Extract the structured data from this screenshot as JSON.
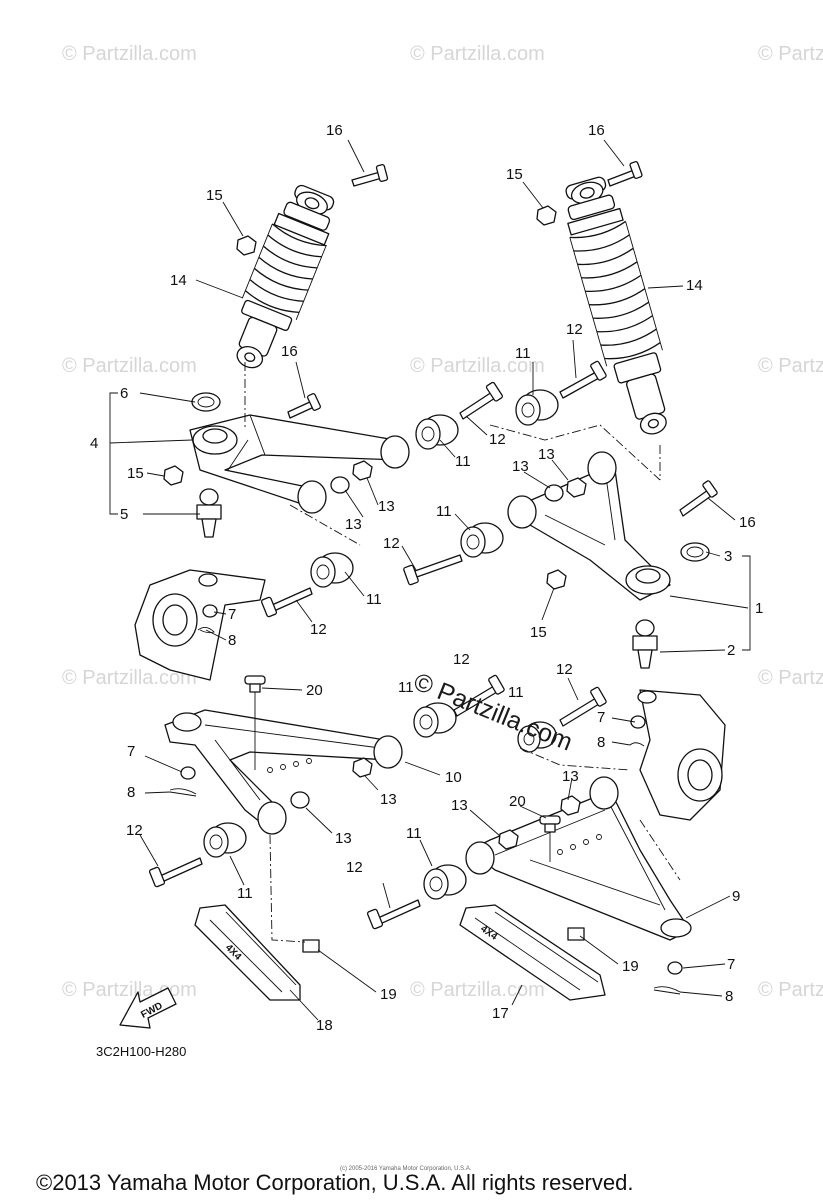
{
  "diagram": {
    "code": "3C2H100-H280",
    "copyright": "©2013 Yamaha Motor Corporation, U.S.A. All rights reserved.",
    "tiny_copyright": "(c) 2005-2016 Yamaha Motor Corporation, U.S.A.",
    "watermark_center": "© Partzilla.com",
    "watermark_repeat": "© Partzilla.com",
    "fwd_label": "FWD",
    "guard_text": "4X4"
  },
  "callouts": [
    "1",
    "2",
    "3",
    "4",
    "5",
    "6",
    "7",
    "8",
    "9",
    "10",
    "11",
    "12",
    "13",
    "14",
    "15",
    "16",
    "17",
    "18",
    "19",
    "20"
  ]
}
